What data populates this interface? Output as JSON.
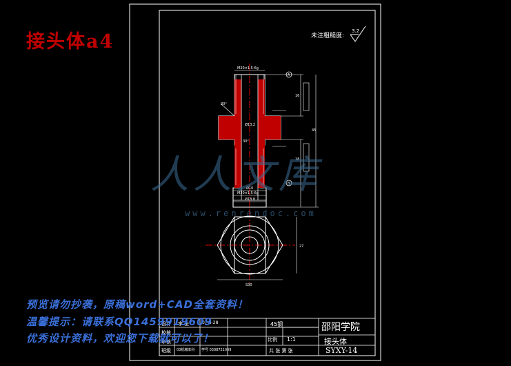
{
  "header": {
    "title": "接头体a4"
  },
  "roughness_note": {
    "label": "未注粗糙度:",
    "value": "3.2"
  },
  "watermark": {
    "brand": "人人文库",
    "url": "www.renrendoc.com"
  },
  "banners": [
    "预览请勿抄袭，原稿word+CAD全套资料！",
    "温馨提示：请联系QQ1459919609",
    "优秀设计资料，欢迎您下载就可以了！"
  ],
  "drawing": {
    "dims": {
      "top_thread": "M20×1.5-6g",
      "bottom_thread": "M20×1.5-6g",
      "chamfer": "30°",
      "dia_center": "Ø13.2",
      "dia_bottom": "Ø10",
      "dia_base": "Ø18.8",
      "length_total": "45",
      "length_upper": "16",
      "length_lower": "18",
      "hex_width": "27",
      "hex_across": "S30",
      "datum_a": "A",
      "datum_b": "B",
      "angle_small": "30°"
    }
  },
  "title_block": {
    "school": "邵阳学院",
    "part_name": "接头体",
    "drawing_no": "SYXY-14",
    "material": "45钢",
    "scale_label": "比例",
    "scale": "1:1",
    "rows": [
      {
        "role": "设计",
        "name": "李  全",
        "date": "07-6-28"
      },
      {
        "role": "校核",
        "name": "",
        "date": ""
      },
      {
        "role": "审核",
        "name": "",
        "date": ""
      },
      {
        "role": "班级",
        "name": "03机械本科",
        "date": "学号 0308721009"
      }
    ],
    "sheets": "共  张   第  张"
  }
}
